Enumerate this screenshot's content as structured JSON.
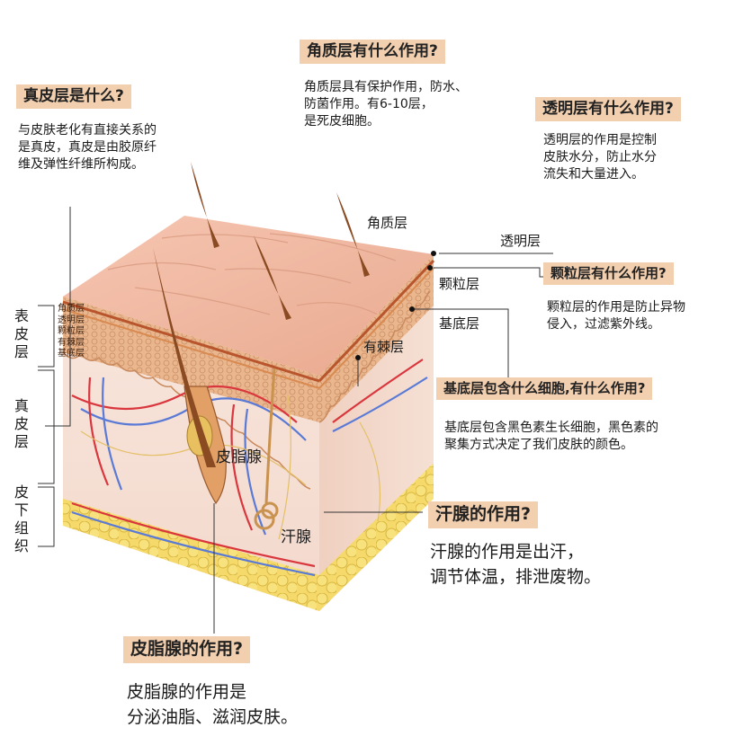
{
  "panels": {
    "stratum_corneum": {
      "title": "角质层有什么作用?",
      "lines": [
        "角质层具有保护作用，防水、",
        "防菌作用。有6-10层，",
        "是死皮细胞。"
      ]
    },
    "dermis": {
      "title": "真皮层是什么?",
      "lines": [
        "与皮肤老化有直接关系的",
        "是真皮，真皮是由胶原纤",
        "维及弹性纤维所构成。"
      ]
    },
    "stratum_lucidum": {
      "title": "透明层有什么作用?",
      "lines": [
        "透明层的作用是控制",
        "皮肤水分，防止水分",
        "流失和大量进入。"
      ]
    },
    "stratum_granulosum": {
      "title": "颗粒层有什么作用?",
      "lines": [
        "颗粒层的作用是防止异物",
        "侵入，过滤紫外线。"
      ]
    },
    "stratum_basale": {
      "title": "基底层包含什么细胞,有什么作用?",
      "lines": [
        "基底层包含黑色素生长细胞，黑色素的",
        "聚集方式决定了我们皮肤的颜色。"
      ]
    },
    "sweat_gland": {
      "title": "汗腺的作用?",
      "lines": [
        "汗腺的作用是出汗，",
        "调节体温，排泄废物。"
      ]
    },
    "sebaceous_gland": {
      "title": "皮脂腺的作用?",
      "lines": [
        "皮脂腺的作用是",
        "分泌油脂、滋润皮肤。"
      ]
    }
  },
  "labels": {
    "jiaozhi": "角质层",
    "touming": "透明层",
    "keli": "颗粒层",
    "jidi": "基底层",
    "youci": "有棘层",
    "pizhixian": "皮脂腺",
    "hanxian": "汗腺"
  },
  "side_labels": {
    "epidermis": "表皮层",
    "dermis": "真皮层",
    "subcutaneous": "皮下组织"
  },
  "mini_layers": [
    "角质层",
    "透明层",
    "颗粒层",
    "有棘层",
    "基底层"
  ]
}
